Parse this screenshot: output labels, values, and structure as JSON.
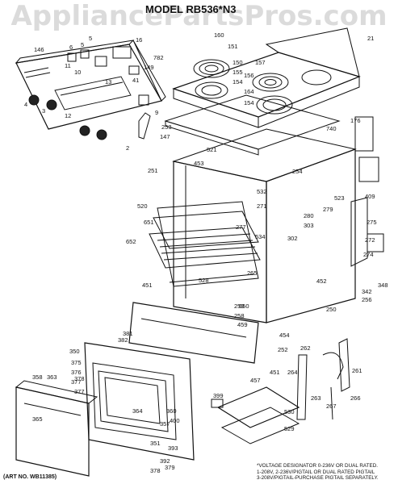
{
  "watermark": "AppliancePartsPros.com",
  "title": "MODEL RB536*N3",
  "art_no": "(ART NO. WB11385)",
  "voltage_note": [
    "*VOLTAGE DESIGNATOR 0-236V OR DUAL RATED.",
    "1-208V, 2-236V/PIGTAIL OR DUAL RATED PIGTAIL",
    "3-208V/PIGTAIL-PURCHASE PIGTAIL SEPARATELY."
  ],
  "callouts": [
    {
      "id": "c146",
      "text": "146"
    },
    {
      "id": "c5a",
      "text": "5"
    },
    {
      "id": "c6",
      "text": "6"
    },
    {
      "id": "c5b",
      "text": "5"
    },
    {
      "id": "c16",
      "text": "16"
    },
    {
      "id": "c160",
      "text": "160"
    },
    {
      "id": "c151",
      "text": "151"
    },
    {
      "id": "c21",
      "text": "21"
    },
    {
      "id": "c782",
      "text": "782"
    },
    {
      "id": "c150",
      "text": "150"
    },
    {
      "id": "c155",
      "text": "155"
    },
    {
      "id": "c154a",
      "text": "154"
    },
    {
      "id": "c157",
      "text": "157"
    },
    {
      "id": "c156",
      "text": "156"
    },
    {
      "id": "c164",
      "text": "164"
    },
    {
      "id": "c154b",
      "text": "154"
    },
    {
      "id": "c149",
      "text": "149"
    },
    {
      "id": "c41",
      "text": "41"
    },
    {
      "id": "c11",
      "text": "11"
    },
    {
      "id": "c10",
      "text": "10"
    },
    {
      "id": "c13",
      "text": "13"
    },
    {
      "id": "c9",
      "text": "9"
    },
    {
      "id": "c4",
      "text": "4"
    },
    {
      "id": "c3",
      "text": "3"
    },
    {
      "id": "c12",
      "text": "12"
    },
    {
      "id": "c147",
      "text": "147"
    },
    {
      "id": "c2",
      "text": "2"
    },
    {
      "id": "c253",
      "text": "253"
    },
    {
      "id": "c740",
      "text": "740"
    },
    {
      "id": "c176",
      "text": "176"
    },
    {
      "id": "c521",
      "text": "521"
    },
    {
      "id": "c453",
      "text": "453"
    },
    {
      "id": "c254",
      "text": "254"
    },
    {
      "id": "c251",
      "text": "251"
    },
    {
      "id": "c532",
      "text": "532"
    },
    {
      "id": "c409",
      "text": "409"
    },
    {
      "id": "c523",
      "text": "523"
    },
    {
      "id": "c271",
      "text": "271"
    },
    {
      "id": "c279",
      "text": "279"
    },
    {
      "id": "c280",
      "text": "280"
    },
    {
      "id": "c520",
      "text": "520"
    },
    {
      "id": "c651",
      "text": "651"
    },
    {
      "id": "c277",
      "text": "277"
    },
    {
      "id": "c303",
      "text": "303"
    },
    {
      "id": "c275",
      "text": "275"
    },
    {
      "id": "c652",
      "text": "652"
    },
    {
      "id": "c534",
      "text": "534"
    },
    {
      "id": "c302",
      "text": "302"
    },
    {
      "id": "c272",
      "text": "272"
    },
    {
      "id": "c274",
      "text": "274"
    },
    {
      "id": "c265",
      "text": "265"
    },
    {
      "id": "c528",
      "text": "528"
    },
    {
      "id": "c348",
      "text": "348"
    },
    {
      "id": "c451",
      "text": "451"
    },
    {
      "id": "c452",
      "text": "452"
    },
    {
      "id": "c342",
      "text": "342"
    },
    {
      "id": "c256",
      "text": "256"
    },
    {
      "id": "c650",
      "text": "650"
    },
    {
      "id": "c259",
      "text": "259"
    },
    {
      "id": "c258",
      "text": "258"
    },
    {
      "id": "c250",
      "text": "250"
    },
    {
      "id": "c459",
      "text": "459"
    },
    {
      "id": "c381",
      "text": "381"
    },
    {
      "id": "c382",
      "text": "382"
    },
    {
      "id": "c454",
      "text": "454"
    },
    {
      "id": "c350",
      "text": "350"
    },
    {
      "id": "c252",
      "text": "252"
    },
    {
      "id": "c262",
      "text": "262"
    },
    {
      "id": "c375",
      "text": "375"
    },
    {
      "id": "c376",
      "text": "376"
    },
    {
      "id": "c377a",
      "text": "377"
    },
    {
      "id": "c264",
      "text": "264"
    },
    {
      "id": "c261",
      "text": "261"
    },
    {
      "id": "c451b",
      "text": "451"
    },
    {
      "id": "c457",
      "text": "457"
    },
    {
      "id": "c358",
      "text": "358"
    },
    {
      "id": "c363",
      "text": "363"
    },
    {
      "id": "c378",
      "text": "378"
    },
    {
      "id": "c377b",
      "text": "377"
    },
    {
      "id": "c263",
      "text": "263"
    },
    {
      "id": "c267",
      "text": "267"
    },
    {
      "id": "c266",
      "text": "266"
    },
    {
      "id": "c399",
      "text": "399"
    },
    {
      "id": "c530",
      "text": "530"
    },
    {
      "id": "c364",
      "text": "364"
    },
    {
      "id": "c360",
      "text": "360"
    },
    {
      "id": "c400",
      "text": "400"
    },
    {
      "id": "c365",
      "text": "365"
    },
    {
      "id": "c357",
      "text": "357"
    },
    {
      "id": "c529",
      "text": "529"
    },
    {
      "id": "c351",
      "text": "351"
    },
    {
      "id": "c393",
      "text": "393"
    },
    {
      "id": "c392",
      "text": "392"
    },
    {
      "id": "c379",
      "text": "379"
    },
    {
      "id": "c378b",
      "text": "378"
    }
  ]
}
